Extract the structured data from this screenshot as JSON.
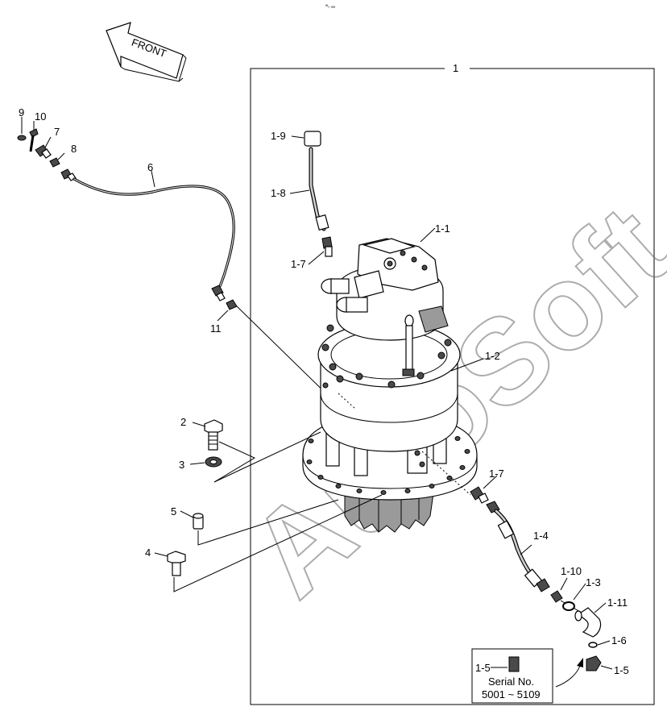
{
  "page": {
    "corner_code": "ᵂ₀ ₐₐₐ"
  },
  "front_arrow": {
    "label": "FRONT"
  },
  "assembly": {
    "label": "1"
  },
  "watermark": {
    "text": "AutoSoft"
  },
  "callouts": {
    "c9": "9",
    "c10": "10",
    "c7": "7",
    "c8": "8",
    "c6": "6",
    "c11": "11",
    "c2": "2",
    "c3": "3",
    "c5": "5",
    "c4": "4",
    "c1_9": "1-9",
    "c1_8": "1-8",
    "c1_1": "1-1",
    "c1_7_top": "1-7",
    "c1_2": "1-2",
    "c1_7_bottom": "1-7",
    "c1_4": "1-4",
    "c1_10": "1-10",
    "c1_3": "1-3",
    "c1_11": "1-11",
    "c1_6": "1-6",
    "c1_5_right": "1-5"
  },
  "serial_box": {
    "part_label": "1-5",
    "title": "Serial No.",
    "range": "5001 ~ 5109"
  }
}
